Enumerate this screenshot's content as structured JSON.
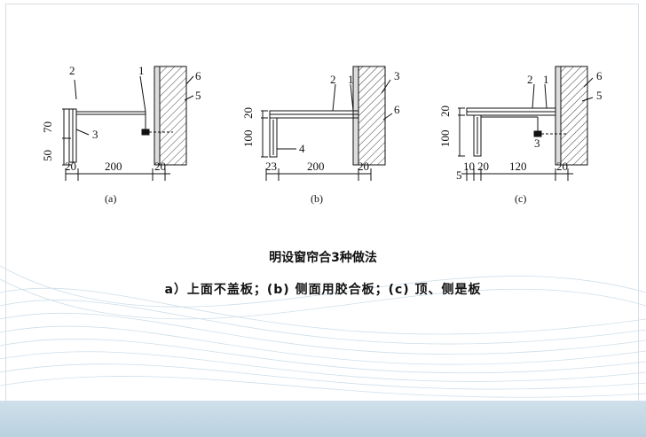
{
  "figure": {
    "a": {
      "label": "(a)",
      "callouts": [
        "1",
        "2",
        "3",
        "5",
        "6"
      ],
      "dims": {
        "v70": "70",
        "v50": "50",
        "h_left": "20",
        "h_mid": "200",
        "h_right": "20"
      }
    },
    "b": {
      "label": "(b)",
      "callouts": [
        "1",
        "2",
        "3",
        "4",
        "6"
      ],
      "dims": {
        "v20": "20",
        "v100": "100",
        "h_left": "23",
        "h_mid": "200",
        "h_right": "20"
      }
    },
    "c": {
      "label": "(c)",
      "callouts": [
        "1",
        "2",
        "3",
        "5",
        "6"
      ],
      "dims": {
        "v20": "20",
        "v100": "100",
        "h_5": "5",
        "h_10": "10",
        "h_20": "20",
        "h_mid": "120",
        "h_right": "20"
      }
    }
  },
  "caption": {
    "title": "明设窗帘合3种做法",
    "subtitle": "a）上面不盖板；(b) 侧面用胶合板；(c) 顶、侧是板"
  },
  "colors": {
    "line": "#111111",
    "band": "#c4d8e4",
    "wave": "#c9dbe6"
  }
}
